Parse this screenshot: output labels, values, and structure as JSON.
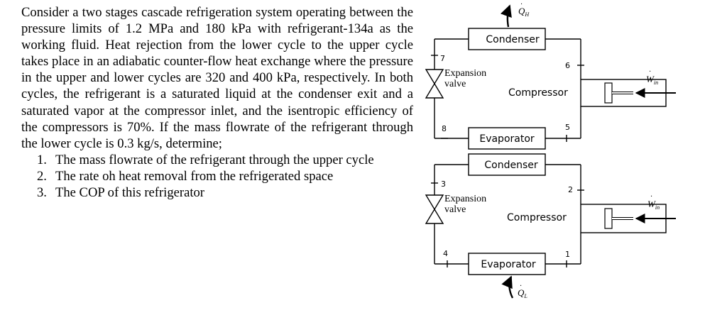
{
  "problem": {
    "text": "Consider a two stages cascade refrigeration system operating between the pressure limits of 1.2 MPa and 180 kPa with refrigerant-134a as the working fluid. Heat rejection from the lower cycle to the upper cycle takes place in an adiabatic counter-flow heat exchange where the pressure in the upper and lower cycles are 320 and 400 kPa, respectively. In both cycles, the refrigerant is a saturated liquid at the condenser exit and a saturated vapor at the compressor inlet, and the isentropic efficiency of the compressors is 70%. If the mass flowrate of the refrigerant through the lower cycle is 0.3 kg/s, determine;",
    "questions": [
      {
        "num": "1.",
        "text": "The mass flowrate of the refrigerant through the upper cycle"
      },
      {
        "num": "2.",
        "text": "The rate oh heat removal from the refrigerated space"
      },
      {
        "num": "3.",
        "text": "The COP of this refrigerator"
      }
    ]
  },
  "diagram": {
    "upper_cycle": {
      "condenser": "Condenser",
      "expansion_valve": [
        "Expansion",
        "valve"
      ],
      "compressor": "Compressor",
      "evaporator": "Evaporator",
      "states": [
        "5",
        "6",
        "7",
        "8"
      ],
      "work": {
        "symbol": "W",
        "subscript": "in"
      }
    },
    "lower_cycle": {
      "condenser": "Condenser",
      "expansion_valve": [
        "Expansion",
        "valve"
      ],
      "compressor": "Compressor",
      "evaporator": "Evaporator",
      "states": [
        "1",
        "2",
        "3",
        "4"
      ],
      "work": {
        "symbol": "W",
        "subscript": "in"
      }
    },
    "heat_out": {
      "symbol": "Q",
      "subscript": "H"
    },
    "heat_in": {
      "symbol": "Q",
      "subscript": "L"
    }
  }
}
